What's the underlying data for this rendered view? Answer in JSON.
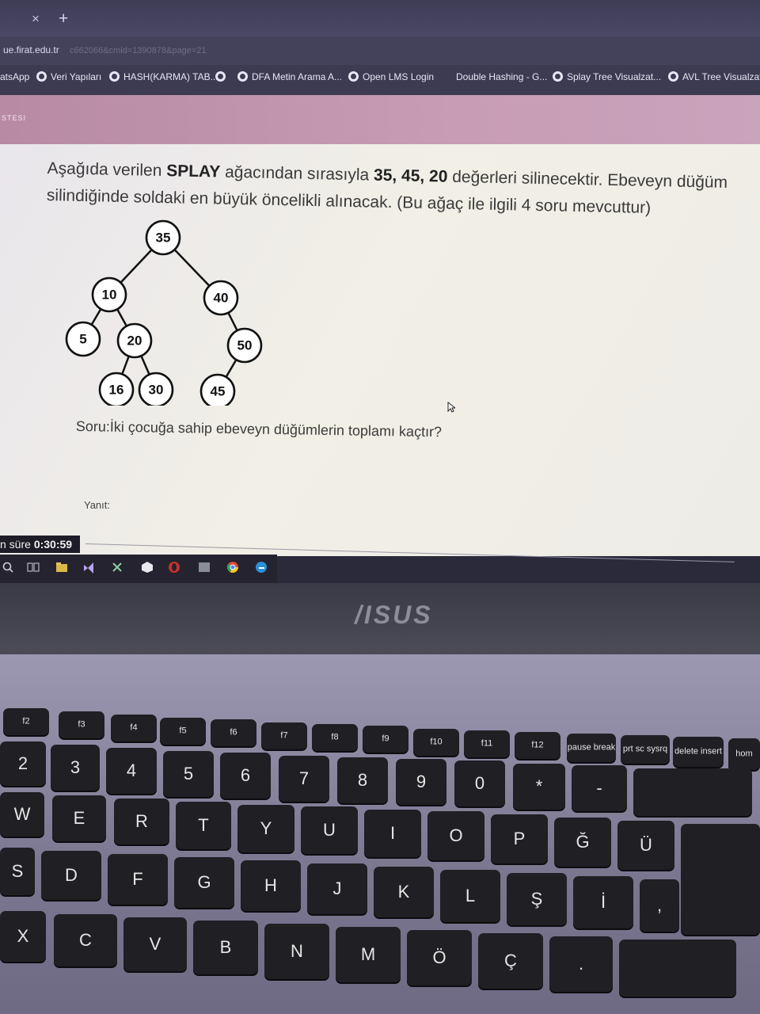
{
  "browser": {
    "tab_close": "×",
    "tab_new": "+",
    "url_host": "ue.firat.edu.tr",
    "url_rest": "c662066&cmid=1390878&page=21",
    "bookmarks": [
      "atsApp",
      "Veri Yapıları",
      "HASH(KARMA) TAB...",
      "DFA Metin Arama A...",
      "Open LMS Login",
      "Double Hashing - G...",
      "Splay Tree Visualzat...",
      "AVL Tree Visualzati"
    ]
  },
  "site": {
    "label": "STESI"
  },
  "question": {
    "intro_prefix": "Aşağıda verilen ",
    "tree_type": "SPLAY",
    "intro_mid": " ağacından sırasıyla ",
    "values": "35, 45, 20",
    "intro_suffix": " değerleri silinecektir. Ebeveyn düğüm",
    "line2": "silindiğinde soldaki en büyük öncelikli alınacak. (Bu ağaç ile ilgili 4 soru mevcuttur)",
    "prompt": "Soru:İki çocuğa sahip ebeveyn düğümlerin toplamı kaçtır?",
    "answer_label": "Yanıt:"
  },
  "tree": {
    "nodes": [
      "35",
      "10",
      "40",
      "5",
      "20",
      "50",
      "16",
      "30",
      "45"
    ],
    "edges": [
      [
        "35",
        "10"
      ],
      [
        "35",
        "40"
      ],
      [
        "10",
        "5"
      ],
      [
        "10",
        "20"
      ],
      [
        "40",
        "50"
      ],
      [
        "20",
        "16"
      ],
      [
        "20",
        "30"
      ],
      [
        "50",
        "45"
      ]
    ]
  },
  "timer": {
    "label": "n süre",
    "value": "0:30:59"
  },
  "laptop": {
    "brand": "/ISUS"
  },
  "keyboard": {
    "fkeys": [
      "f2",
      "f3",
      "f4",
      "f5",
      "f6",
      "f7",
      "f8",
      "f9",
      "f10",
      "f11",
      "f12",
      "pause break",
      "prt sc sysrq",
      "delete insert"
    ],
    "number_row": [
      "2",
      "3",
      "4",
      "5",
      "6",
      "7",
      "8",
      "9",
      "0",
      "*",
      "-"
    ],
    "home": "hom",
    "top_row": [
      "W",
      "E",
      "R",
      "T",
      "Y",
      "U",
      "I",
      "O",
      "P",
      "Ğ",
      "Ü"
    ],
    "home_row": [
      "S",
      "D",
      "F",
      "G",
      "H",
      "J",
      "K",
      "L",
      "Ş",
      "İ",
      ","
    ],
    "bottom_row": [
      "X",
      "C",
      "V",
      "B",
      "N",
      "M",
      "Ö",
      "Ç",
      "."
    ]
  }
}
